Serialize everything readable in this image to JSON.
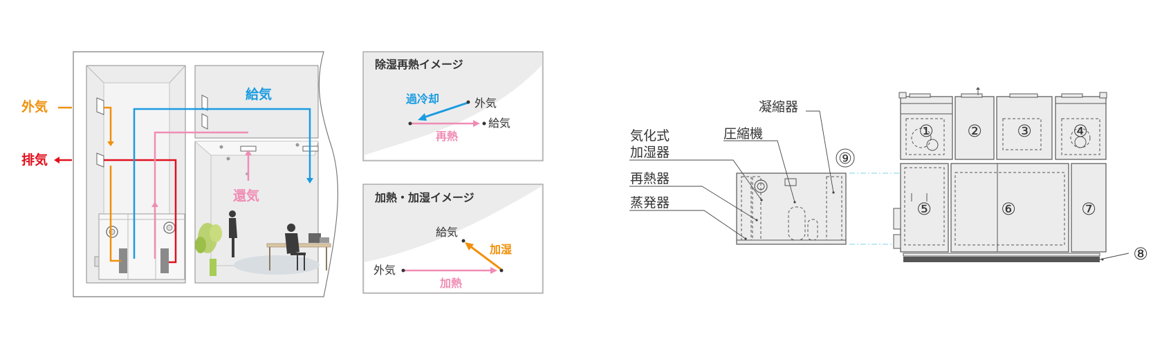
{
  "building": {
    "outside_air": "外気",
    "exhaust_air": "排気",
    "supply_air": "給気",
    "return_air": "還気"
  },
  "dehumid_panel": {
    "title": "除湿再熱イメージ",
    "overcool": "過冷却",
    "outside_air": "外気",
    "supply_air": "給気",
    "reheat": "再熱"
  },
  "humid_panel": {
    "title": "加熱・加湿イメージ",
    "supply_air": "給気",
    "humidify": "加湿",
    "outside_air": "外気",
    "heating": "加熱"
  },
  "unit": {
    "condenser": "凝縮器",
    "compressor": "圧縮機",
    "humidifier_line1": "気化式",
    "humidifier_line2": "加湿器",
    "reheater": "再熱器",
    "evaporator": "蒸発器",
    "markers": [
      "①",
      "②",
      "③",
      "④",
      "⑤",
      "⑥",
      "⑦",
      "⑧",
      "⑨"
    ]
  },
  "colors": {
    "outside_air": "#f0900a",
    "exhaust_air": "#e0101e",
    "supply_air": "#1a9be0",
    "return_air": "#f08cb4"
  }
}
